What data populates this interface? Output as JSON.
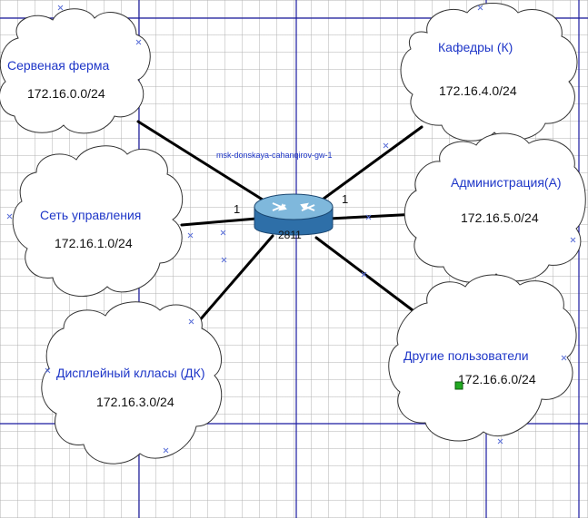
{
  "router": {
    "hostname": "msk-donskaya-cahanqirov-gw-1",
    "model": "2811",
    "port_label_left": "1",
    "port_label_right": "1"
  },
  "clouds": [
    {
      "id": "server-farm",
      "label": "Сервеная ферма",
      "network": "172.16.0.0/24"
    },
    {
      "id": "management",
      "label": "Сеть управления",
      "network": "172.16.1.0/24"
    },
    {
      "id": "display-classes",
      "label": "Дисплейный клласы (ДК)",
      "network": "172.16.3.0/24"
    },
    {
      "id": "departments",
      "label": "Кафедры (К)",
      "network": "172.16.4.0/24"
    },
    {
      "id": "administration",
      "label": "Администрация(А)",
      "network": "172.16.5.0/24"
    },
    {
      "id": "other-users",
      "label": "Другие пользователи",
      "network": "172.16.6.0/24"
    }
  ],
  "colors": {
    "label_blue": "#1e36c8",
    "guide_line": "#1a1aa0",
    "grid": "#c8c8c8",
    "link": "#000000",
    "router_top": "#7fb8dc",
    "router_body": "#2e6fa8",
    "selection_handle": "#22aa22"
  }
}
